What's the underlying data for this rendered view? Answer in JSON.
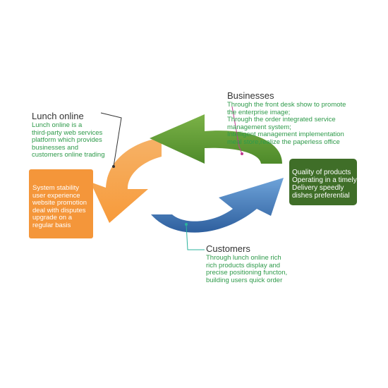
{
  "colors": {
    "orange_arrow": "#f7a44d",
    "green_arrow": "#6aa23a",
    "blue_arrow": "#3f7cc2",
    "description_text": "#2e9a4a",
    "left_box": "#f4963a",
    "right_box": "#3f6e28"
  },
  "lunch_online": {
    "title": "Lunch online",
    "lines": [
      "Lunch online is a",
      "third-party web services",
      "platform which provides",
      "businesses and",
      "customers online trading"
    ]
  },
  "businesses": {
    "title": "Businesses",
    "lines": [
      "Through the front desk show to promote",
      "the enterprise image;",
      "Through the order integrated service",
      "management system;",
      "Intelligent management implementation",
      "meal store,realize the paperless office"
    ]
  },
  "customers": {
    "title": "Customers",
    "lines": [
      "Through lunch online rich",
      "rich products display and",
      "precise positioning functon,",
      "building users quick order"
    ]
  },
  "left_box": {
    "lines": [
      "System stability",
      "user experience",
      "website promotion",
      "deal with disputes",
      "upgrade on a",
      "regular basis"
    ]
  },
  "right_box": {
    "lines": [
      "Quality of products",
      "Operating in a timely",
      "Delivery speedly",
      "dishes preferential"
    ]
  }
}
